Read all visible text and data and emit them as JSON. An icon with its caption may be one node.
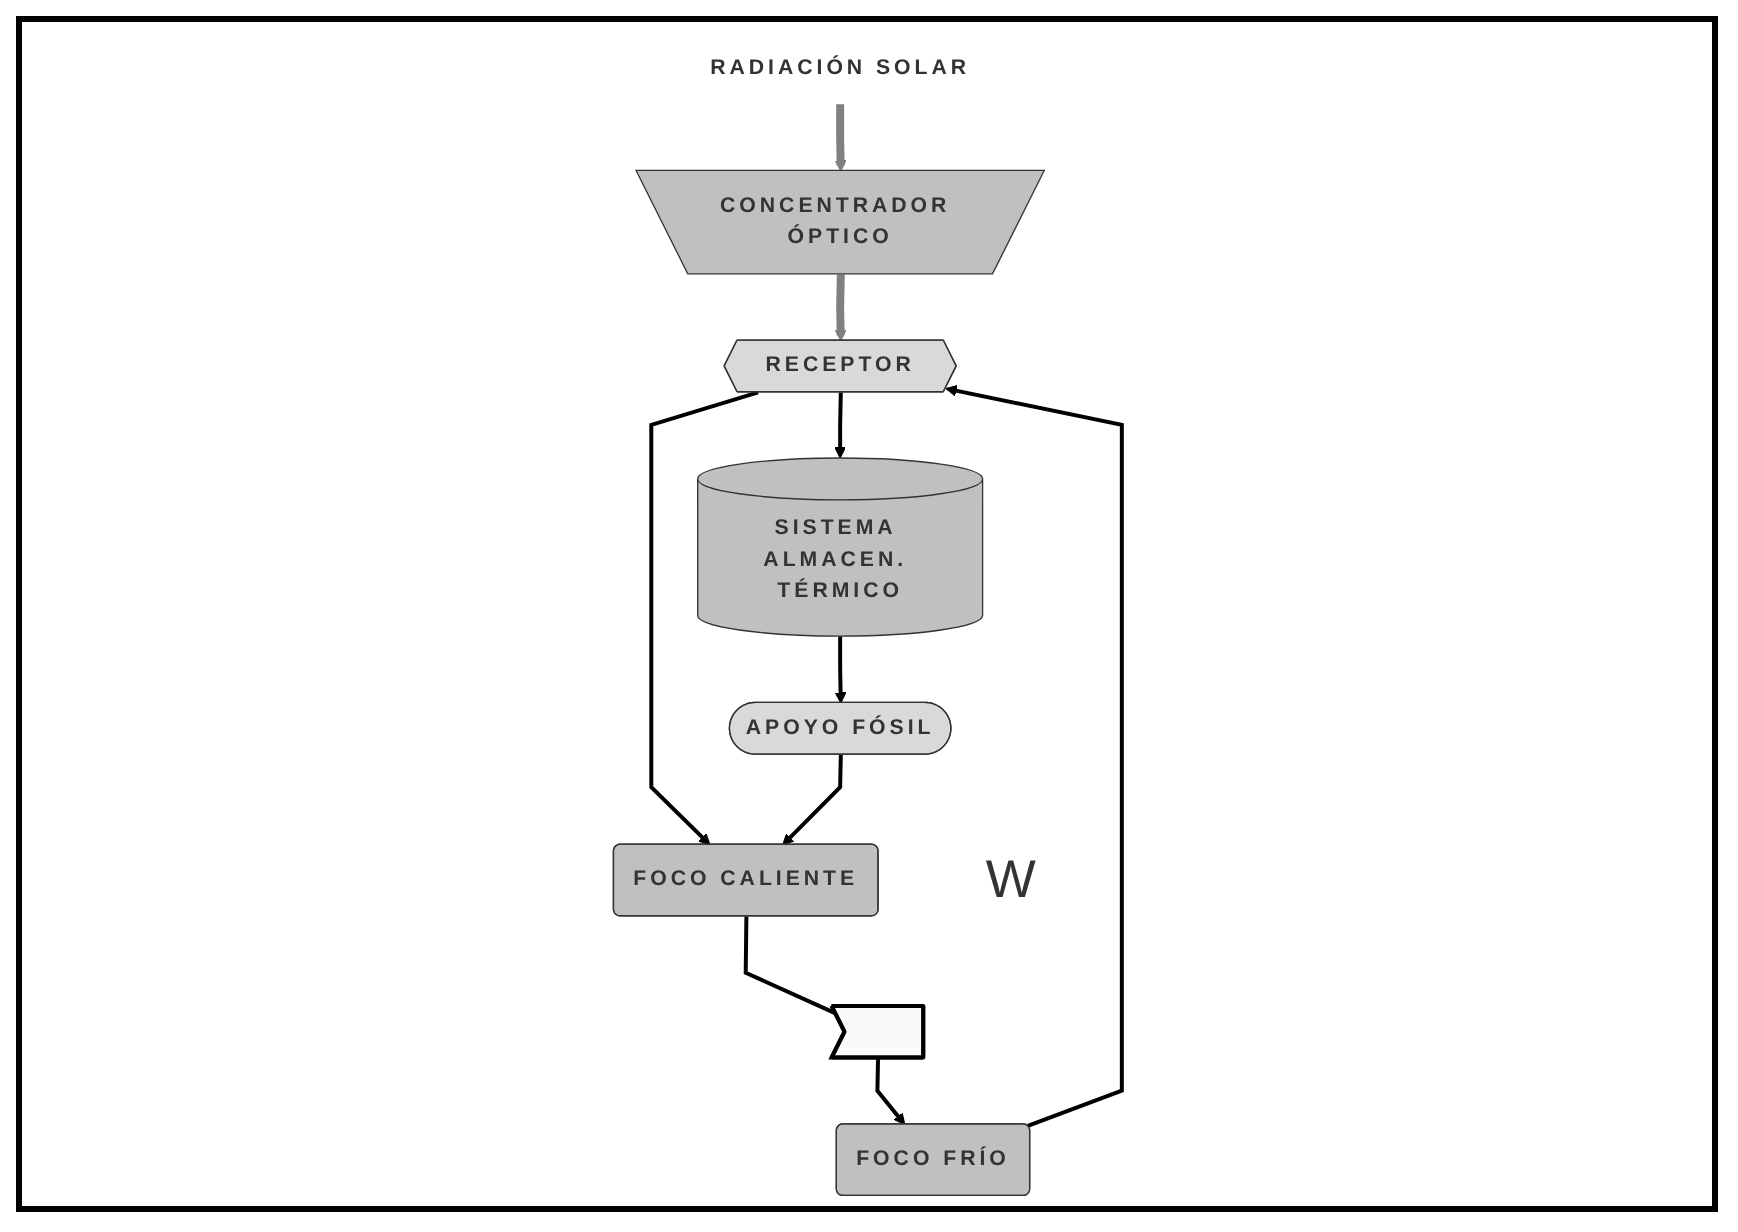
{
  "diagram": {
    "nodes": [
      {
        "text": [
          "RADIACIÓN SOLAR"
        ]
      },
      {
        "text": [
          "CONCENTRADOR ÓPTICO"
        ]
      },
      {
        "text": [
          "RECEPTOR"
        ]
      },
      {
        "text": [
          "SISTEMA ALMACEN. TÉRMICO"
        ]
      },
      {
        "text": [
          "APOYO FÓSIL"
        ]
      },
      {
        "text": [
          "FOCO CALIENTE"
        ]
      },
      {
        "text": [],
        "shape": "arrow",
        "beside": [
          "W"
        ]
      },
      {
        "text": [
          "FOCO FRÍO"
        ]
      }
    ],
    "edges": [
      {
        "from": 0,
        "to": 1,
        "arrow": "to",
        "style": "thick",
        "color": "#808080"
      },
      {
        "from": 1,
        "to": 2,
        "arrow": "to",
        "style": "thick",
        "color": "#808080"
      },
      {
        "from": 2,
        "to": 3,
        "arrow": "to"
      },
      {
        "from": 2,
        "to": 5,
        "arrow": "to"
      },
      {
        "from": 3,
        "to": 4,
        "arrow": "to"
      },
      {
        "from": 4,
        "to": 5,
        "arrow": "to"
      },
      {
        "from": 5,
        "to": 6,
        "arrow": "none"
      },
      {
        "from": 6,
        "to": 7,
        "arrow": "to"
      },
      {
        "from": 7,
        "to": 2,
        "arrow": "to"
      }
    ]
  }
}
